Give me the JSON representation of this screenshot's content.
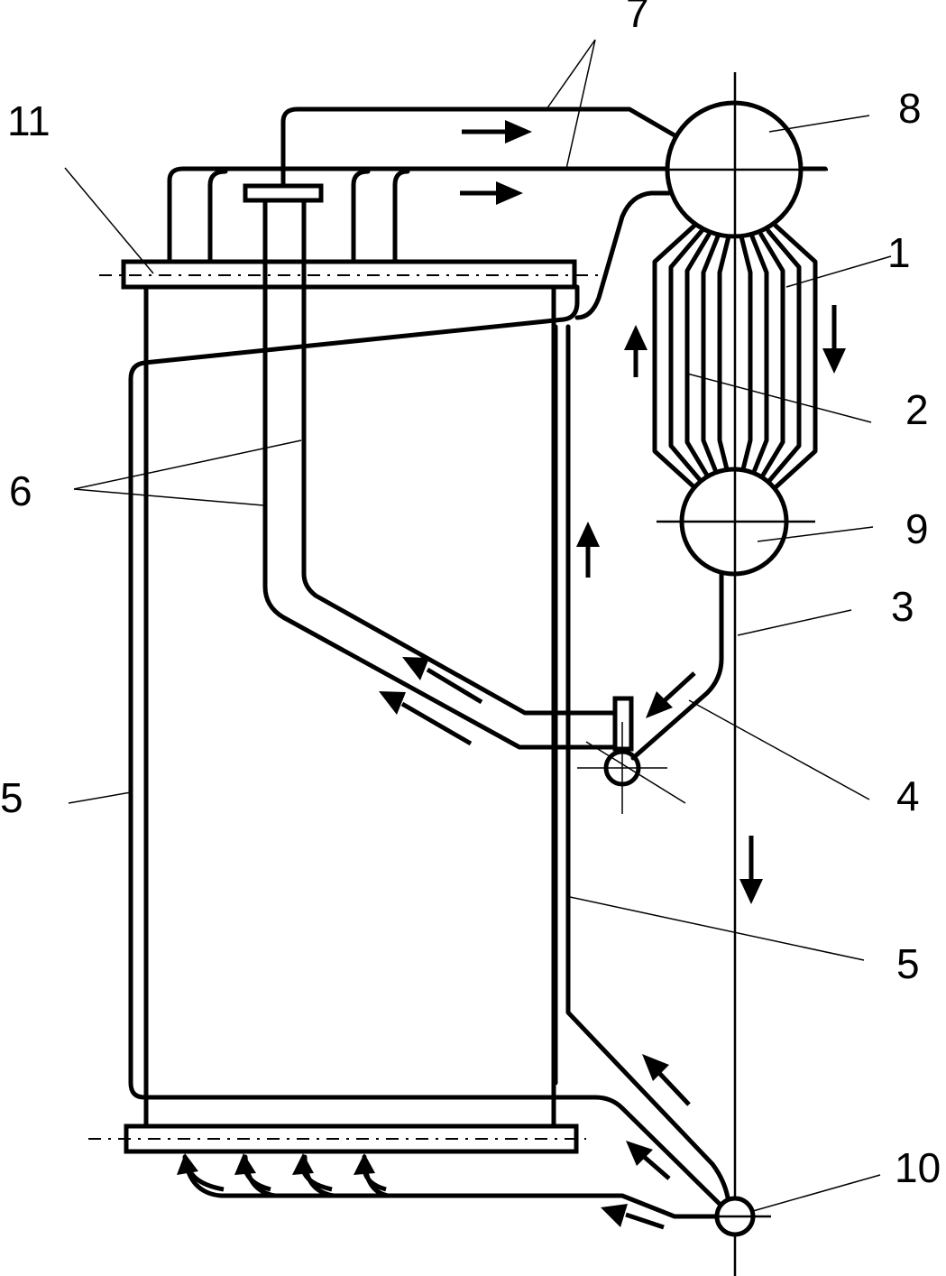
{
  "callouts": {
    "c1": "1",
    "c2": "2",
    "c3": "3",
    "c4": "4",
    "c5_left": "5",
    "c5_right": "5",
    "c6": "6",
    "c7": "7",
    "c8": "8",
    "c9": "9",
    "c10": "10",
    "c11": "11"
  }
}
